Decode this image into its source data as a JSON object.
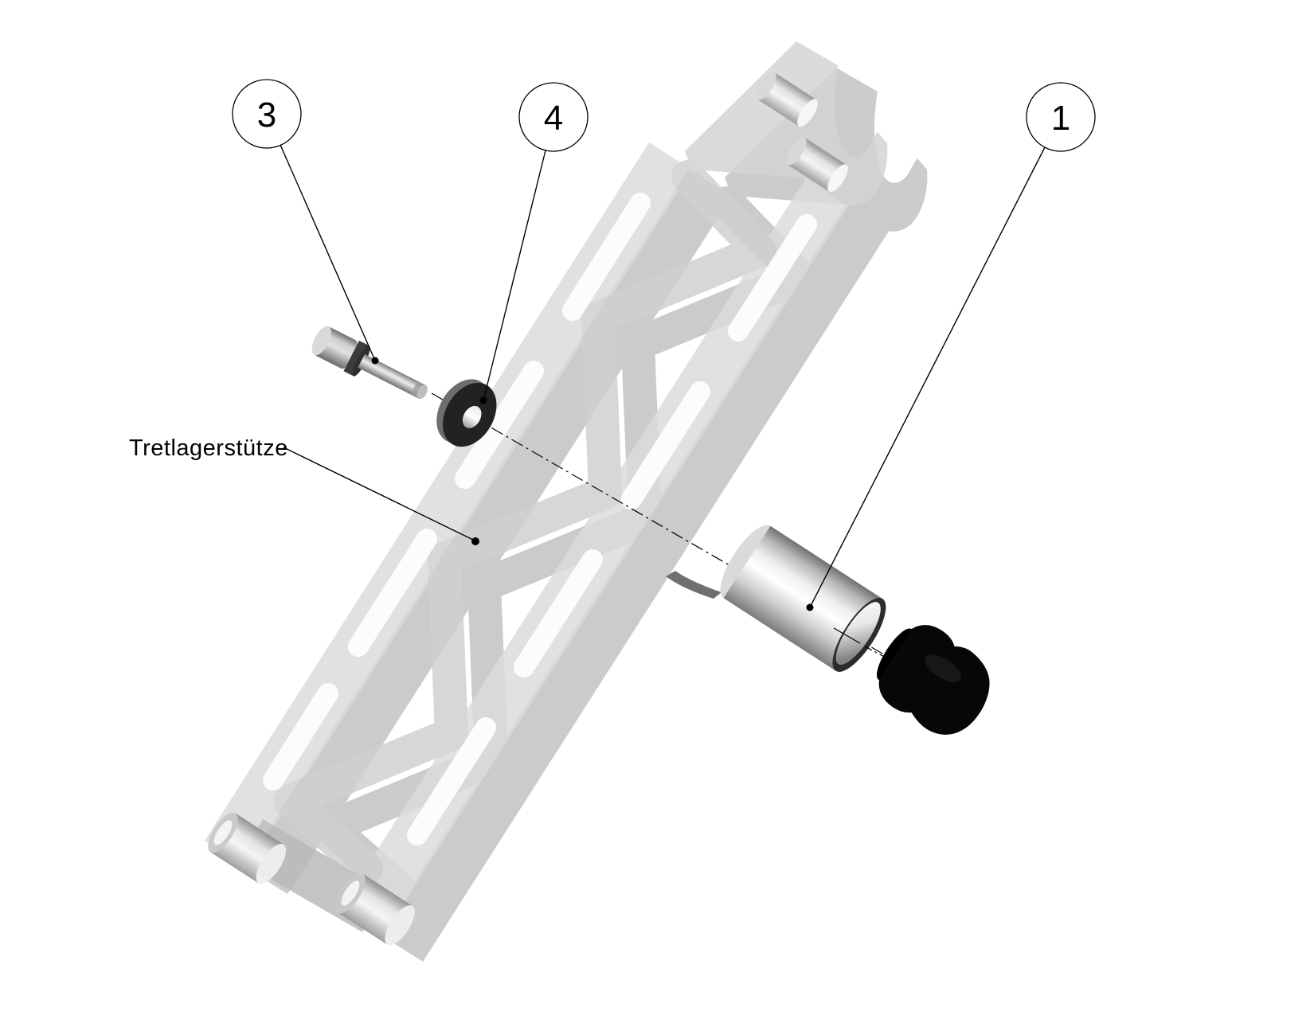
{
  "diagram": {
    "type": "exploded-assembly-drawing",
    "background": "#ffffff",
    "label": {
      "text": "Tretlagerstütze"
    },
    "balloons": [
      {
        "id": "balloon-1",
        "number": "1",
        "part": "sleeve-tube"
      },
      {
        "id": "balloon-3",
        "number": "3",
        "part": "socket-head-screw"
      },
      {
        "id": "balloon-4",
        "number": "4",
        "part": "washer"
      }
    ],
    "parts": [
      {
        "name": "support-frame",
        "style": "translucent-gray-truss"
      },
      {
        "name": "socket-head-screw",
        "style": "metal-gray"
      },
      {
        "name": "washer",
        "style": "dark-gray"
      },
      {
        "name": "sleeve-tube",
        "style": "bright-metal"
      },
      {
        "name": "rubber-bumper",
        "style": "black"
      }
    ],
    "colors": {
      "line": "#000000",
      "frame_front": "#d9d9d9",
      "frame_back": "#8d8d8d",
      "crossbar": "#bdbdbd",
      "washer_face": "#222222",
      "bumper": "#070707",
      "rim_dark": "#2c2c2c"
    }
  }
}
